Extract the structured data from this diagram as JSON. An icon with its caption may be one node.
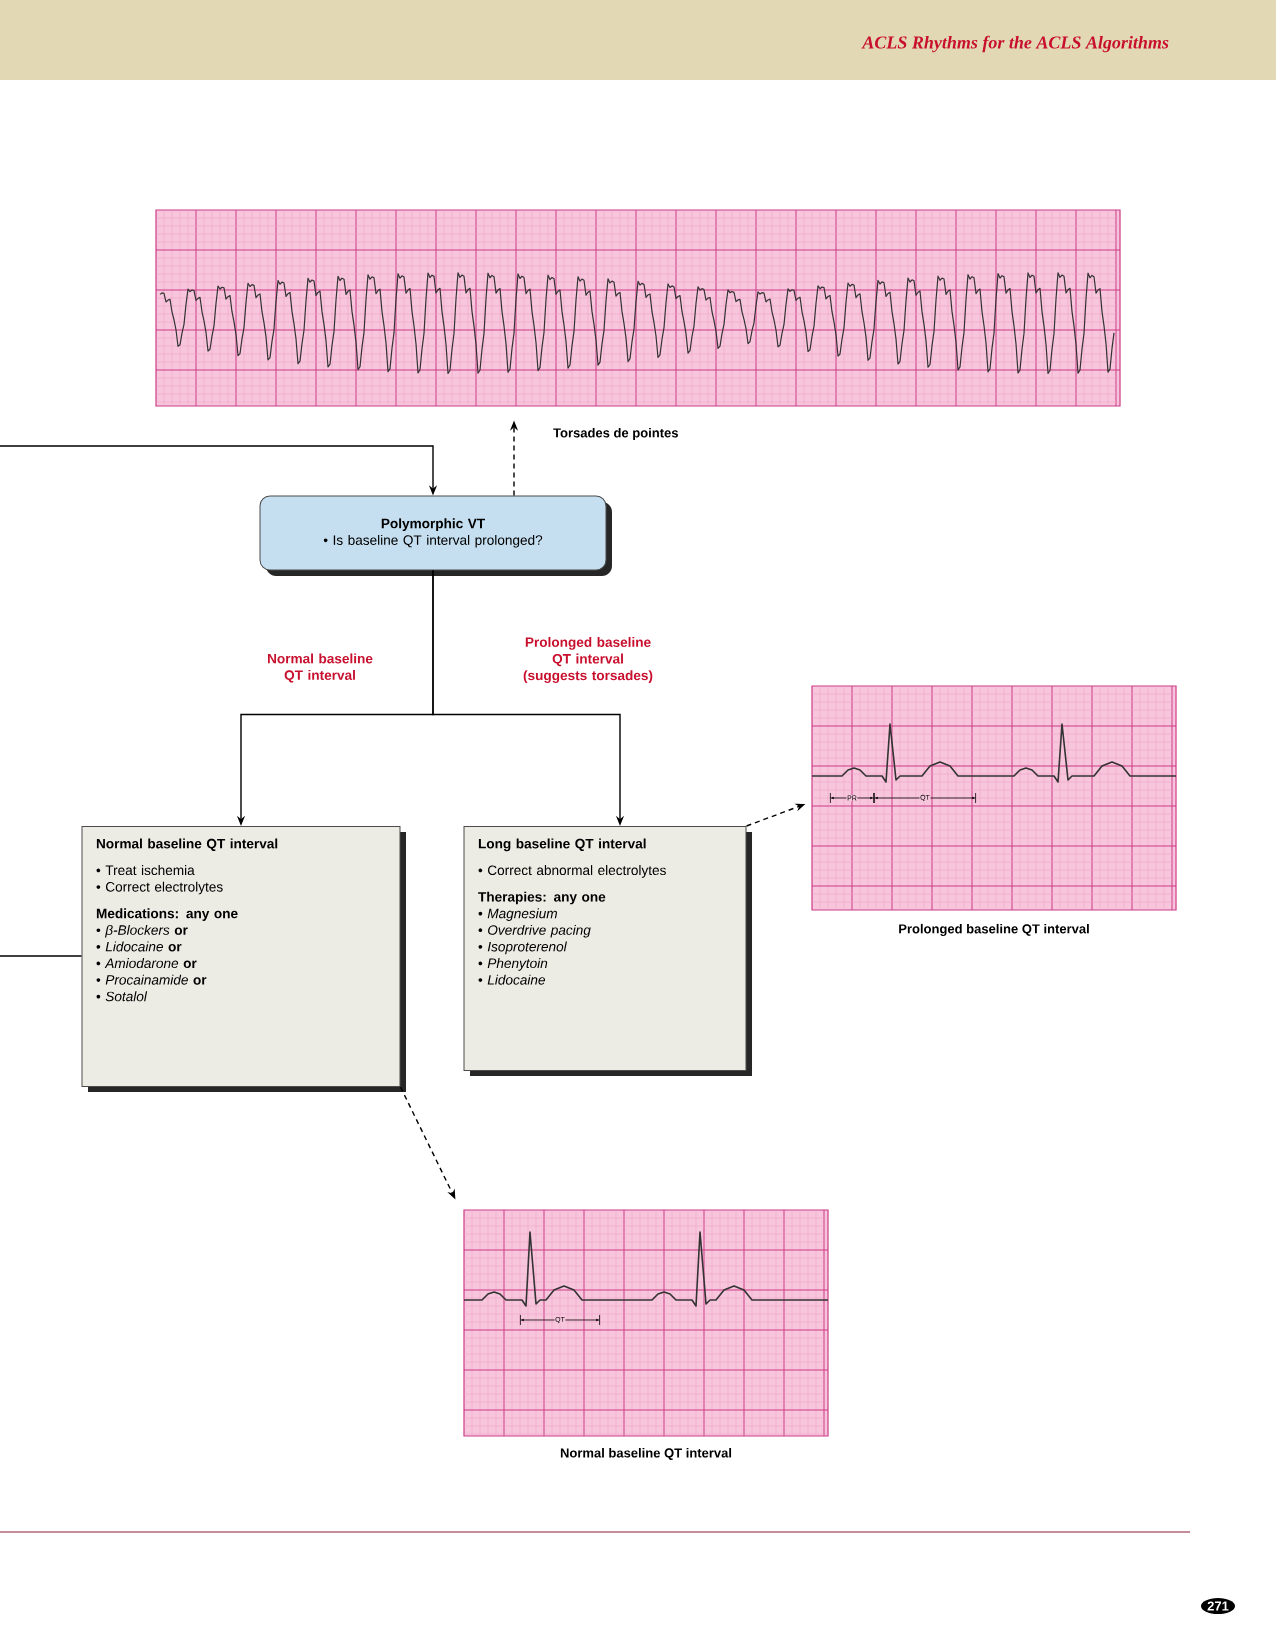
{
  "diagram": {
    "title": "ACLS Rhythms for the ACLS Algorithms",
    "nodes": [
      {
        "text": [],
        "shape": "picture",
        "beside": [
          "Torsades de pointes"
        ]
      },
      {
        "text": [
          "Polymorphic VT",
          "• Is baseline QT interval prolonged?"
        ]
      },
      {
        "text": [
          "Normal baseline QT interval",
          "• Treat ischemia",
          "• Correct electrolytes",
          "Medications: any one",
          "• *β-Blockers* **or**",
          "• *Lidocaine* **or**",
          "• *Amiodarone* **or**",
          "• *Procainamide* **or**",
          "• *Sotalol*"
        ]
      },
      {
        "text": [
          "Long baseline QT interval",
          "• Correct abnormal electrolytes",
          "Therapies: any one",
          "• *Magnesium*",
          "• *Overdrive pacing*",
          "• *Isoproterenol*",
          "• *Phenytoin*",
          "• *Lidocaine*"
        ]
      },
      {
        "text": [],
        "shape": "picture",
        "beside": [
          "Prolonged baseline QT interval"
        ]
      },
      {
        "text": [],
        "shape": "picture",
        "beside": [
          "Normal baseline QT interval"
        ]
      }
    ],
    "edges": [
      {
        "from": null,
        "to": 1,
        "arrow": "to"
      },
      {
        "from": 1,
        "to": 0,
        "arrow": "to",
        "style": "dashed"
      },
      {
        "from": 1,
        "to": 2,
        "arrow": "to",
        "label": "Normal baseline QT interval"
      },
      {
        "from": 1,
        "to": 3,
        "arrow": "to",
        "label": "Prolonged baseline QT interval (suggests torsades)"
      },
      {
        "from": null,
        "to": 2,
        "arrow": "none"
      },
      {
        "from": 3,
        "to": 4,
        "arrow": "to",
        "style": "dashed"
      },
      {
        "from": 2,
        "to": 5,
        "arrow": "to",
        "style": "dashed"
      }
    ],
    "labels": [
      "PR",
      "QT",
      "QT",
      "271"
    ]
  }
}
